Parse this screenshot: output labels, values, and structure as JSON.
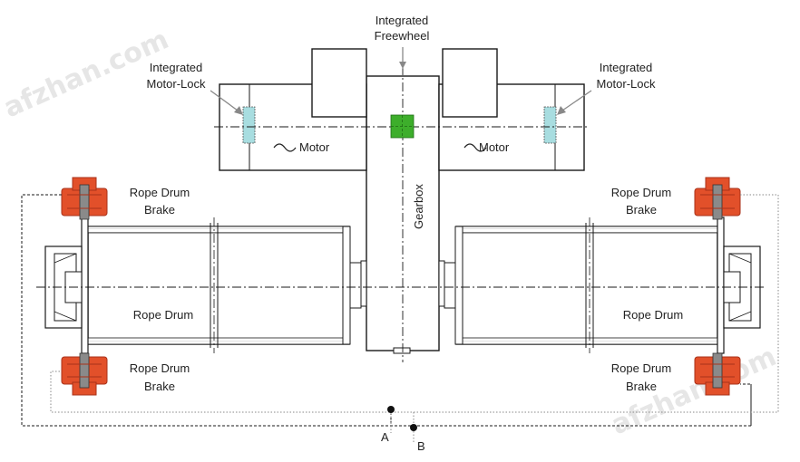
{
  "watermark": "afzhan.com",
  "labels": {
    "freewheel_line1": "Integrated",
    "freewheel_line2": "Freewheel",
    "motorlock_left_line1": "Integrated",
    "motorlock_left_line2": "Motor-Lock",
    "motorlock_right_line1": "Integrated",
    "motorlock_right_line2": "Motor-Lock",
    "motor_left": "Motor",
    "motor_right": "Motor",
    "gearbox": "Gearbox",
    "brake_tl_line1": "Rope Drum",
    "brake_tl_line2": "Brake",
    "brake_tr_line1": "Rope Drum",
    "brake_tr_line2": "Brake",
    "brake_bl_line1": "Rope Drum",
    "brake_bl_line2": "Brake",
    "brake_br_line1": "Rope Drum",
    "brake_br_line2": "Brake",
    "drum_left": "Rope Drum",
    "drum_right": "Rope Drum",
    "point_a": "A",
    "point_b": "B"
  },
  "colors": {
    "brake": "#e2502a",
    "brake_dark": "#a8321a",
    "freewheel": "#3dae2b",
    "motor_lock": "#a8dde0",
    "line": "#1a1a1a"
  },
  "icons": {
    "motor_symbol": "tilde-icon"
  }
}
